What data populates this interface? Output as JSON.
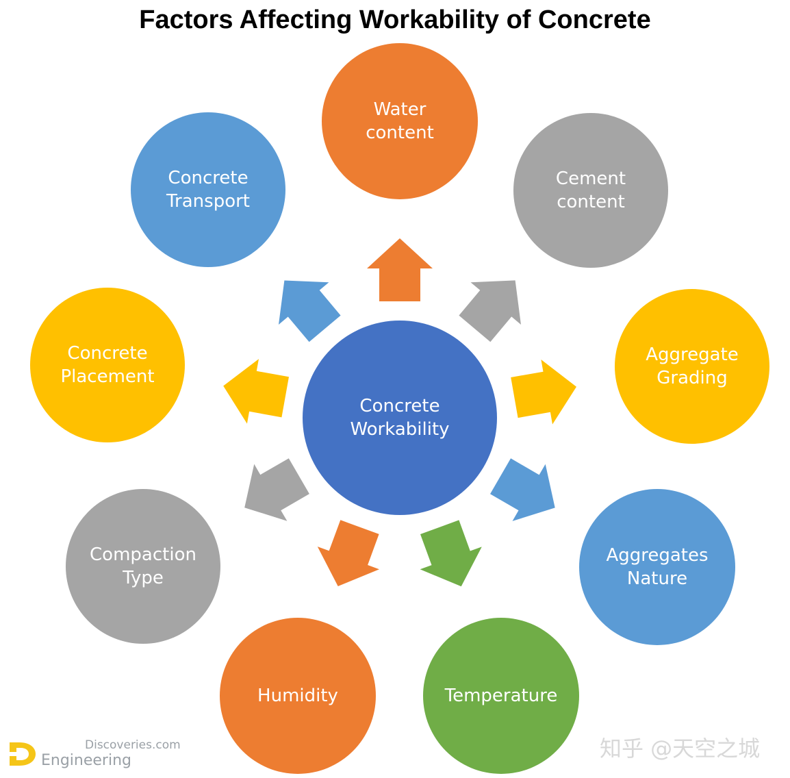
{
  "title": "Factors Affecting Workability of Concrete",
  "center": {
    "label": "Concrete\nWorkability",
    "color": "#4472C4"
  },
  "factors": [
    {
      "id": "water",
      "label": "Water\ncontent",
      "color": "#ED7D31"
    },
    {
      "id": "cement",
      "label": "Cement\ncontent",
      "color": "#A5A5A5"
    },
    {
      "id": "grading",
      "label": "Aggregate\nGrading",
      "color": "#FFC000"
    },
    {
      "id": "nature",
      "label": "Aggregates\nNature",
      "color": "#5B9BD5"
    },
    {
      "id": "temperature",
      "label": "Temperature",
      "color": "#70AD47"
    },
    {
      "id": "humidity",
      "label": "Humidity",
      "color": "#ED7D31"
    },
    {
      "id": "compaction",
      "label": "Compaction\nType",
      "color": "#A5A5A5"
    },
    {
      "id": "placement",
      "label": "Concrete\nPlacement",
      "color": "#FFC000"
    },
    {
      "id": "transport",
      "label": "Concrete\nTransport",
      "color": "#5B9BD5"
    }
  ],
  "watermarks": {
    "left_line1": "Discoveries.com",
    "left_line2": "Engineering",
    "right": "知乎 @天空之城"
  }
}
